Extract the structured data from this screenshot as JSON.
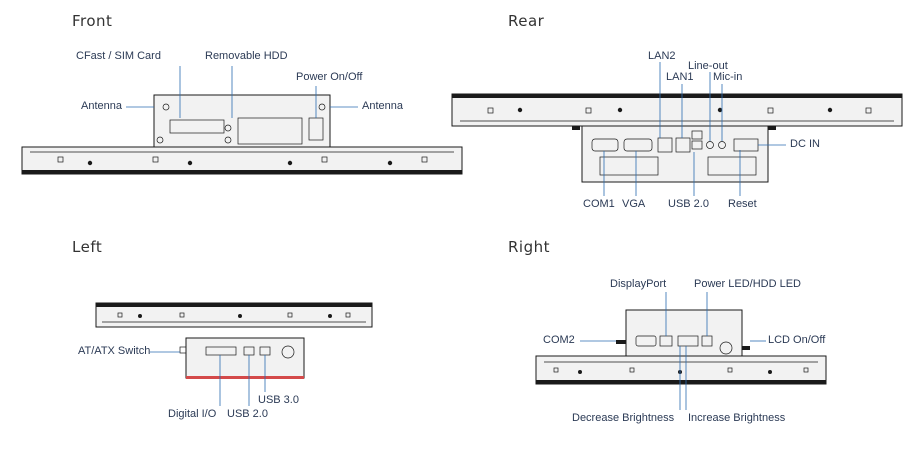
{
  "views": {
    "front": {
      "title": "Front",
      "labels": {
        "cfast": "CFast / SIM Card",
        "hdd": "Removable HDD",
        "power": "Power On/Off",
        "antenna_left": "Antenna",
        "antenna_right": "Antenna"
      }
    },
    "rear": {
      "title": "Rear",
      "labels": {
        "lan2": "LAN2",
        "lan1": "LAN1",
        "lineout": "Line-out",
        "micin": "Mic-in",
        "dcin": "DC IN",
        "com1": "COM1",
        "vga": "VGA",
        "usb20": "USB 2.0",
        "reset": "Reset"
      }
    },
    "left": {
      "title": "Left",
      "labels": {
        "atatx": "AT/ATX Switch",
        "usb30": "USB 3.0",
        "digitalio": "Digital I/O",
        "usb20": "USB 2.0"
      }
    },
    "right": {
      "title": "Right",
      "labels": {
        "displayport": "DisplayPort",
        "powerled": "Power LED/HDD LED",
        "com2": "COM2",
        "lcdonoff": "LCD On/Off",
        "decbright": "Decrease Brightness",
        "incbright": "Increase Brightness"
      }
    }
  },
  "colors": {
    "line": "#1a1a1a",
    "callout_line": "#2b6cb0",
    "text": "#2b3a55",
    "bezel_fill": "#f2f2f2",
    "stripe": "#d44a4a"
  }
}
